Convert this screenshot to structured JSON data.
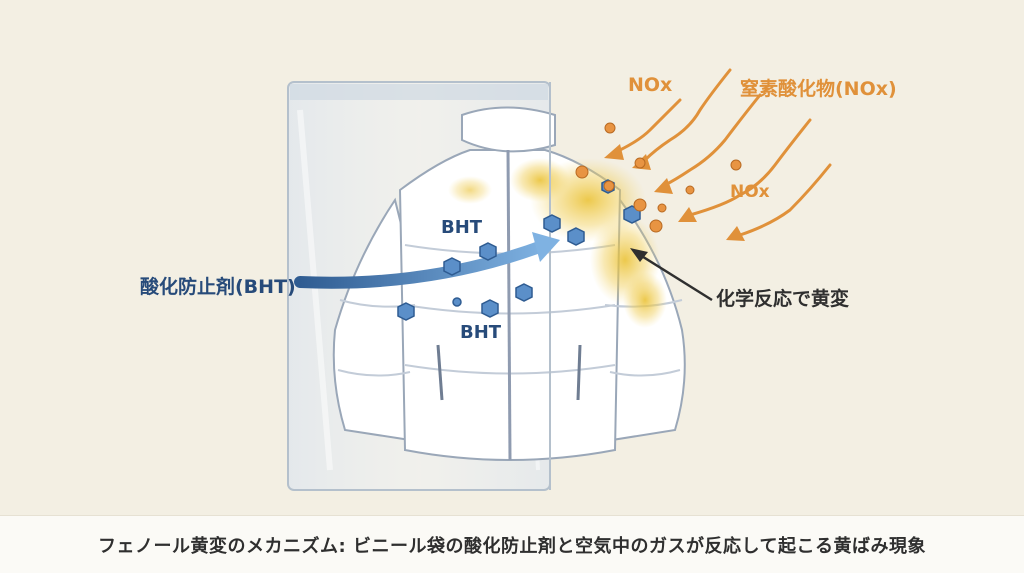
{
  "labels": {
    "nox_left": "NOx",
    "nox_full": "窒素酸化物(NOx)",
    "nox_right": "NOx",
    "bht_upper": "BHT",
    "bht_lower": "BHT",
    "antioxidant": "酸化防止剤(BHT)",
    "reaction": "化学反応で黄変"
  },
  "caption": "フェノール黄変のメカニズム: ビニール袋の酸化防止剤と空気中のガスが反応して起こる黄ばみ現象",
  "colors": {
    "background": "#f3efe3",
    "nox_orange": "#e0913a",
    "bht_blue": "#5b8fc9",
    "label_blue": "#274b7a",
    "yellow_stain": "#e9bf2c",
    "text_dark": "#2f2f2f"
  }
}
